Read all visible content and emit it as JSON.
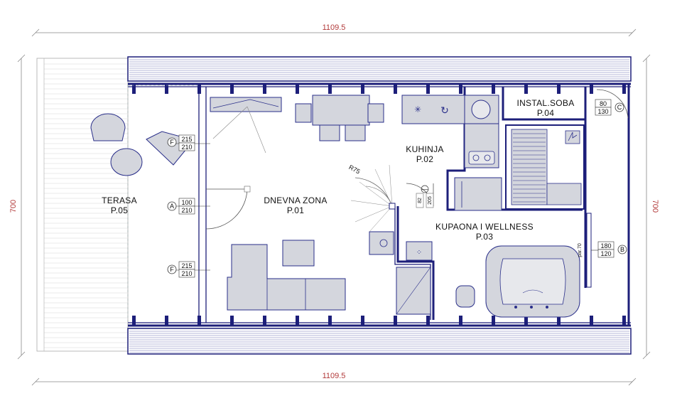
{
  "dimensions": {
    "top": "1109.5",
    "bottom": "1109.5",
    "left": "700",
    "right": "700"
  },
  "rooms": [
    {
      "id": "terasa",
      "name": "TERASA",
      "code": "P.05"
    },
    {
      "id": "dnevna",
      "name": "DNEVNA ZONA",
      "code": "P.01"
    },
    {
      "id": "kuhinja",
      "name": "KUHINJA",
      "code": "P.02"
    },
    {
      "id": "kupaona",
      "name": "KUPAONA I WELLNESS",
      "code": "P.03"
    },
    {
      "id": "instal",
      "name": "INSTAL.SOBA",
      "code": "P.04"
    }
  ],
  "openings": [
    {
      "id": "f-top",
      "letter": "F",
      "width": "215",
      "height": "210"
    },
    {
      "id": "a-door",
      "letter": "A",
      "width": "100",
      "height": "210"
    },
    {
      "id": "f-bottom",
      "letter": "F",
      "width": "215",
      "height": "210"
    },
    {
      "id": "c-door",
      "letter": "C",
      "width": "80",
      "height": "130"
    },
    {
      "id": "b-window",
      "letter": "B",
      "width": "180",
      "height": "120"
    }
  ],
  "annotations": {
    "stair_radius": "R75",
    "door_82": "82",
    "door_205": "205",
    "par": "par.70"
  },
  "colors": {
    "wall": "#1d1f7a",
    "furniture": "#d4d6dd",
    "dimension": "#b23a3a"
  }
}
